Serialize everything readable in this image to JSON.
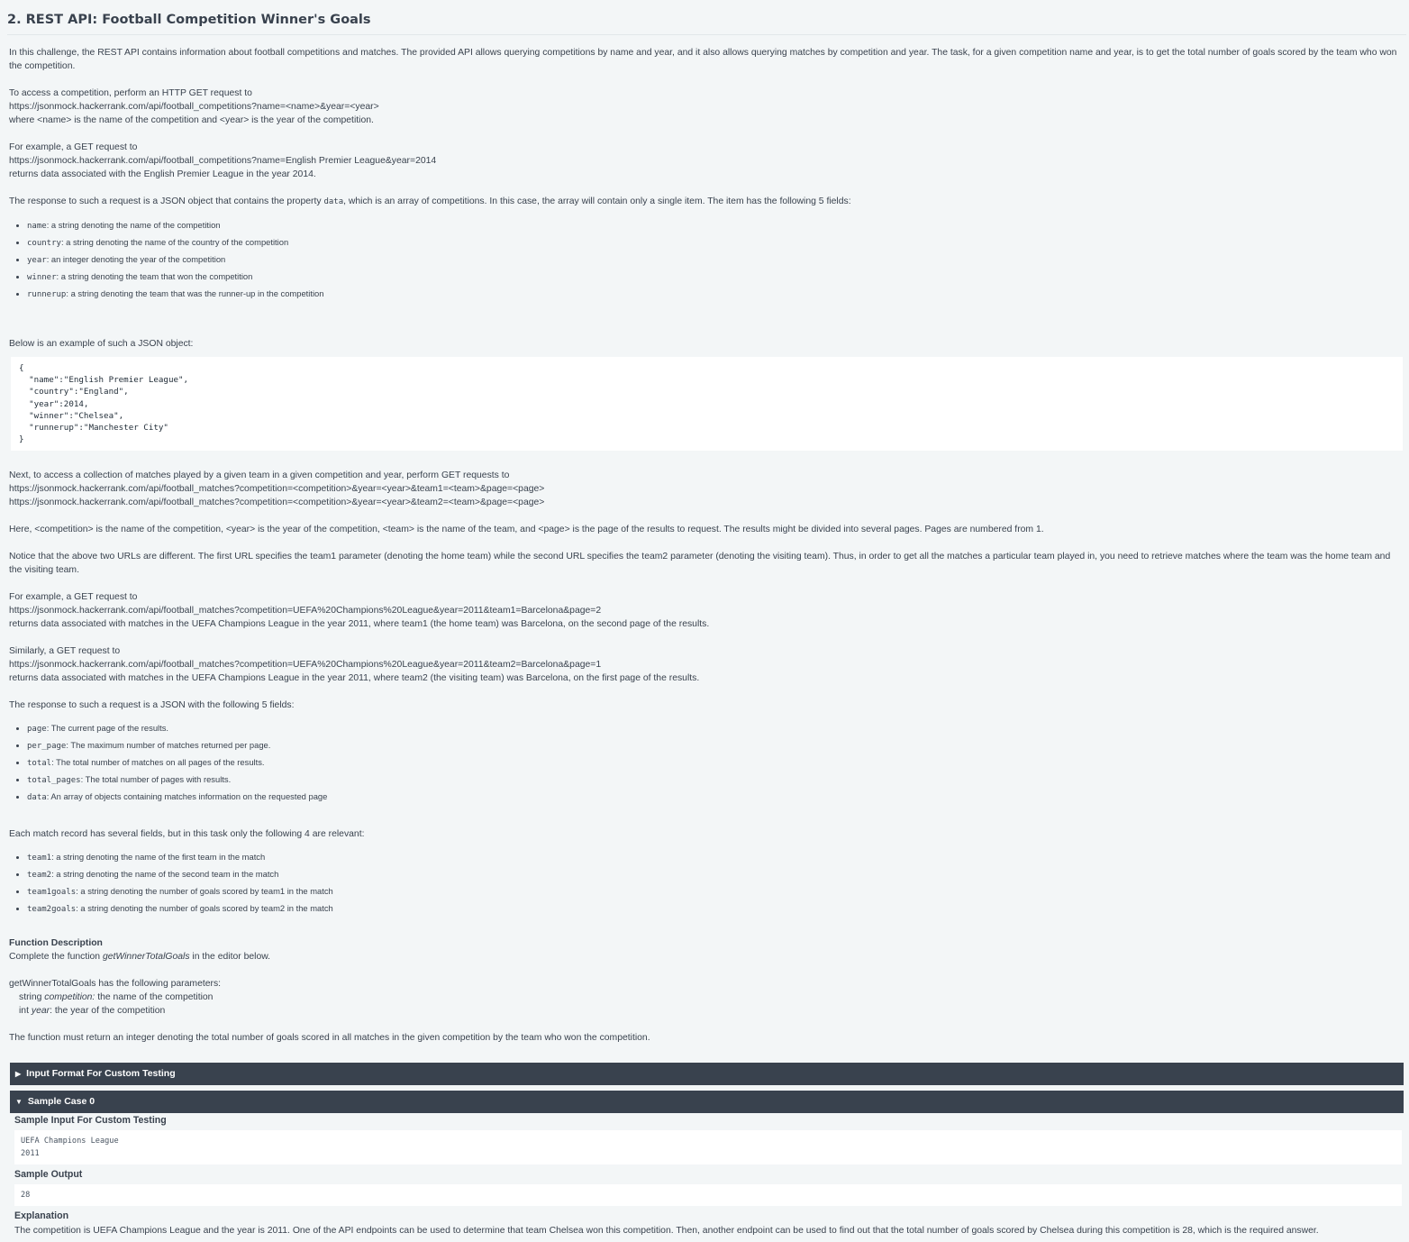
{
  "title": "2. REST API: Football Competition Winner's Goals",
  "intro": "In this challenge, the REST API contains information about football competitions and matches. The provided API allows querying competitions by name and year, and it also allows querying matches by competition and year. The task, for a given competition name and year, is to get the total number of goals scored by the team who won the competition.",
  "access": {
    "line1": "To access a competition, perform an HTTP GET request to",
    "url": "https://jsonmock.hackerrank.com/api/football_competitions?name=<name>&year=<year>",
    "line3": "where <name> is the name of the competition and <year> is the year of the competition."
  },
  "example": {
    "line1": "For example, a GET request to",
    "url": "https://jsonmock.hackerrank.com/api/football_competitions?name=English Premier League&year=2014",
    "line3": "returns data associated with the English Premier League in the year 2014."
  },
  "response_pre": "The response to such a request is a JSON object that contains the property",
  "response_code": "data",
  "response_post": ", which is an array of competitions. In this case, the array will contain only a single item. The item has the following 5 fields:",
  "comp_fields": [
    {
      "name": "name",
      "desc": ": a string denoting the name of the competition"
    },
    {
      "name": "country",
      "desc": ": a string denoting the name of the country of the competition"
    },
    {
      "name": "year",
      "desc": ": an integer denoting the year of the competition"
    },
    {
      "name": "winner",
      "desc": ": a string denoting the team that won the competition"
    },
    {
      "name": "runnerup",
      "desc": ": a string denoting the team that was the runner-up in the competition"
    }
  ],
  "json_intro": "Below is an example of such a JSON object:",
  "json_example": "{\n  \"name\":\"English Premier League\",\n  \"country\":\"England\",\n  \"year\":2014,\n  \"winner\":\"Chelsea\",\n  \"runnerup\":\"Manchester City\"\n}",
  "matches": {
    "line1": "Next, to access a collection of matches played by a given team in a given competition and year, perform GET requests to",
    "url1": "https://jsonmock.hackerrank.com/api/football_matches?competition=<competition>&year=<year>&team1=<team>&page=<page>",
    "url2": "https://jsonmock.hackerrank.com/api/football_matches?competition=<competition>&year=<year>&team2=<team>&page=<page>"
  },
  "here_text": "Here, <competition> is the name of the competition, <year> is the year of the competition, <team> is the name of the team, and <page> is the page of the results to request. The results might be divided into several pages. Pages are numbered from 1.",
  "notice_text": "Notice that the above two URLs are different. The first URL specifies the team1 parameter (denoting the home team) while the second URL specifies the team2 parameter (denoting the visiting team). Thus, in order to get all the matches a particular team played in, you need to retrieve matches where the team was the home team and the visiting team.",
  "example2": {
    "line1": "For example, a GET request to",
    "url": "https://jsonmock.hackerrank.com/api/football_matches?competition=UEFA%20Champions%20League&year=2011&team1=Barcelona&page=2",
    "line3": "returns data associated with matches in the UEFA Champions League in the year 2011, where team1 (the home team) was Barcelona, on the second page of the results."
  },
  "example3": {
    "line1": "Similarly, a GET request to",
    "url": "https://jsonmock.hackerrank.com/api/football_matches?competition=UEFA%20Champions%20League&year=2011&team2=Barcelona&page=1",
    "line3": "returns data associated with matches in the UEFA Champions League in the year 2011, where team2 (the visiting team) was Barcelona, on the first page of the results."
  },
  "response2_intro": "The response to such a request is a JSON with the following 5 fields:",
  "page_fields": [
    {
      "name": "page",
      "desc": ": The current page of the results."
    },
    {
      "name": "per_page",
      "desc": ": The maximum number of matches returned per page."
    },
    {
      "name": "total",
      "desc": ": The total number of matches on all pages of the results."
    },
    {
      "name": "total_pages",
      "desc": ": The total number of pages with results."
    },
    {
      "name": "data",
      "desc": ": An array of objects containing matches information on the requested page"
    }
  ],
  "match_intro": "Each match record has several fields, but in this task only the following 4 are relevant:",
  "match_fields": [
    {
      "name": "team1",
      "desc": ": a string denoting the name of the first team in the match"
    },
    {
      "name": "team2",
      "desc": ": a string denoting the name of the second team in the match"
    },
    {
      "name": "team1goals",
      "desc": ": a string denoting the number of goals scored by team1 in the match"
    },
    {
      "name": "team2goals",
      "desc": ": a string denoting the number of goals scored by team2 in the match"
    }
  ],
  "func": {
    "heading": "Function Description",
    "complete_pre": "Complete the function ",
    "complete_name": "getWinnerTotalGoals",
    "complete_post": " in the editor below.",
    "params_intro": "getWinnerTotalGoals has the following parameters:",
    "param1_type": "string ",
    "param1_name": "competition:",
    "param1_desc": " the name of the competition",
    "param2_type": "int ",
    "param2_name": "year",
    "param2_desc": ": the year of the competition",
    "return_text": "The function must return an integer denoting the total number of goals scored in all matches in the given competition by the team who won the competition."
  },
  "input_format_bar": "Input Format For Custom Testing",
  "sample_bar": "Sample Case 0",
  "sample": {
    "input_heading": "Sample Input For Custom Testing",
    "input_value": "UEFA Champions League\n2011",
    "output_heading": "Sample Output",
    "output_value": "28",
    "explanation_heading": "Explanation",
    "explanation": "The competition is UEFA Champions League and the year is 2011. One of the API endpoints can be used to determine that team Chelsea won this competition. Then, another endpoint can be used to find out that the total number of goals scored by Chelsea during this competition is 28, which is the required answer."
  }
}
